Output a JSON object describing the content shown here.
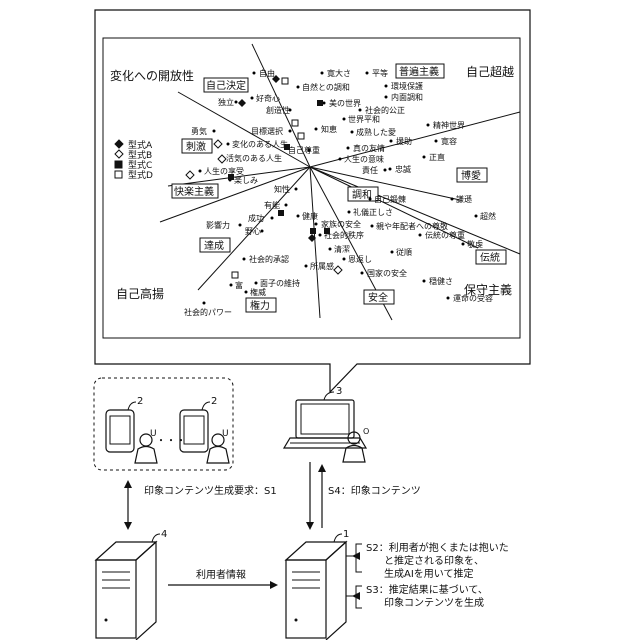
{
  "screen": {
    "quadrants": {
      "openness": "変化への開放性",
      "transcendence": "自己超越",
      "enhancement": "自己高揚",
      "conservation": "保守主義"
    },
    "value_boxes": [
      {
        "key": "self_direction",
        "label": "自己決定"
      },
      {
        "key": "universalism",
        "label": "普遍主義"
      },
      {
        "key": "stimulation",
        "label": "刺激"
      },
      {
        "key": "hedonism",
        "label": "快楽主義"
      },
      {
        "key": "benevolence",
        "label": "博愛"
      },
      {
        "key": "conformity",
        "label": "調和"
      },
      {
        "key": "achievement",
        "label": "達成"
      },
      {
        "key": "tradition",
        "label": "伝統"
      },
      {
        "key": "power",
        "label": "権力"
      },
      {
        "key": "security",
        "label": "安全"
      }
    ],
    "legend": [
      {
        "marker": "diamond-filled",
        "label": "型式A"
      },
      {
        "marker": "diamond-open",
        "label": "型式B"
      },
      {
        "marker": "square-filled",
        "label": "型式C"
      },
      {
        "marker": "square-open",
        "label": "型式D"
      }
    ],
    "terms": [
      "自由",
      "寛大さ",
      "平等",
      "自然との調和",
      "環境保護",
      "内面調和",
      "美の世界",
      "社会的公正",
      "独立",
      "好奇心",
      "創造性",
      "知恵",
      "世界平和",
      "精神世界",
      "成熟した愛",
      "援助",
      "寛容",
      "勇気",
      "目標選択",
      "自己尊重",
      "真の友情",
      "人生の意味",
      "正直",
      "変化のある人生",
      "活気のある人生",
      "責任",
      "忠誠",
      "人生の享受",
      "楽しみ",
      "知性",
      "謙遜",
      "自己鍛錬",
      "有能",
      "礼儀正しさ",
      "超然",
      "成功",
      "健康",
      "家族の安全",
      "親や年配者への尊敬",
      "影響力",
      "野心",
      "社会的秩序",
      "伝統の尊重",
      "敬虔",
      "清潔",
      "恩返し",
      "従順",
      "社会的承認",
      "所属感",
      "国家の安全",
      "穏健さ",
      "面子の維持",
      "富",
      "権威",
      "社会的パワー",
      "運命の受容"
    ]
  },
  "labels": {
    "laptop_ref": "3",
    "phone_ref_1": "2",
    "phone_ref_2": "2",
    "user_1": "U",
    "user_2": "U",
    "ellipsis": "・・・",
    "operator": "O",
    "server_left_ref": "4",
    "server_right_ref": "1"
  },
  "flows": {
    "s1": "印象コンテンツ生成要求：S1",
    "s4": "S4：印象コンテンツ",
    "user_info": "利用者情報",
    "s2_line1": "S2：利用者が抱くまたは抱いた",
    "s2_line2": "と推定される印象を、",
    "s2_line3": "生成AIを用いて推定",
    "s3_line1": "S3：推定結果に基づいて、",
    "s3_line2": "印象コンテンツを生成"
  }
}
